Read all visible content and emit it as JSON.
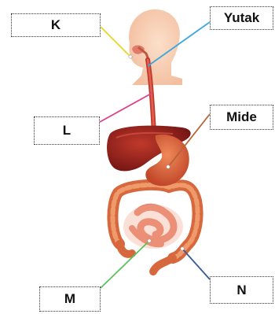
{
  "labels": {
    "k": "K",
    "yutak": "Yutak",
    "l": "L",
    "mide": "Mide",
    "m": "M",
    "n": "N"
  },
  "colors": {
    "k_line": "#e6d62a",
    "yutak_line": "#3aa8e0",
    "l_line": "#e0408a",
    "mide_line": "#b5643a",
    "m_line": "#5cc05c",
    "n_line": "#3a5a9a"
  }
}
